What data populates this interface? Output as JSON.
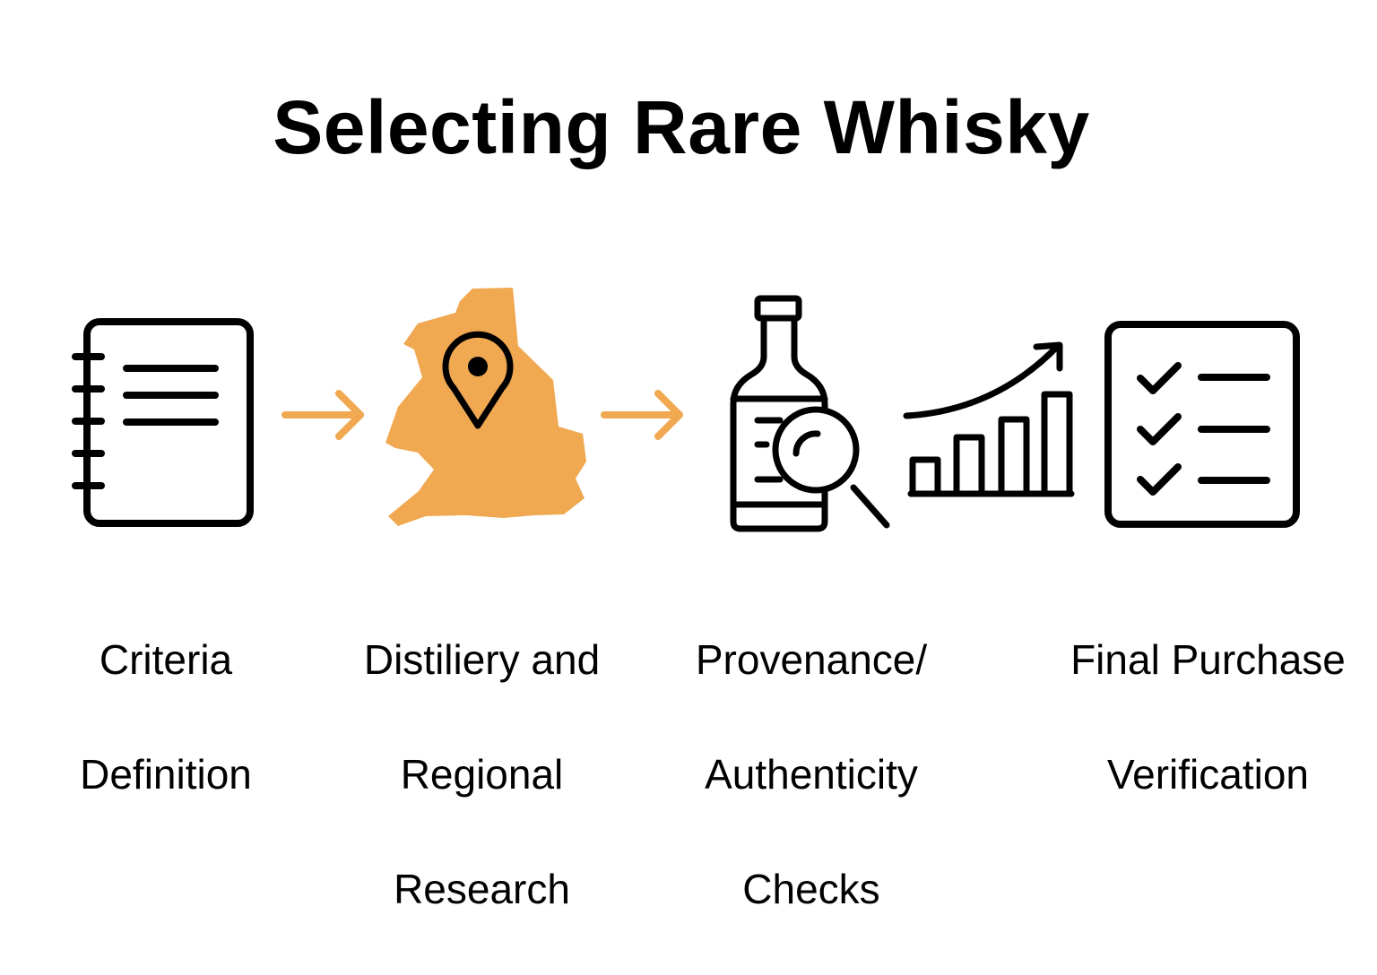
{
  "title": "Selecting Rare Whisky",
  "colors": {
    "accent": "#F0A851",
    "stroke": "#000000",
    "background": "#FFFFFF"
  },
  "steps": [
    {
      "icon": "notebook-icon",
      "lines": [
        "Criteria",
        "Definition"
      ]
    },
    {
      "icon": "map-pin-region-icon",
      "lines": [
        "Distiliery and",
        "Regional",
        "Research"
      ]
    },
    {
      "icon": "bottle-magnifier-icon",
      "lines": [
        "Provenance/",
        "Authenticity",
        "Checks"
      ]
    },
    {
      "icon": "rising-bar-chart-icon",
      "lines": []
    },
    {
      "icon": "checklist-icon",
      "lines": [
        "Final Purchase",
        "Verification"
      ]
    }
  ],
  "connectors": [
    {
      "icon": "arrow-right-icon",
      "from": 0,
      "to": 1
    },
    {
      "icon": "arrow-right-icon",
      "from": 1,
      "to": 2
    }
  ]
}
